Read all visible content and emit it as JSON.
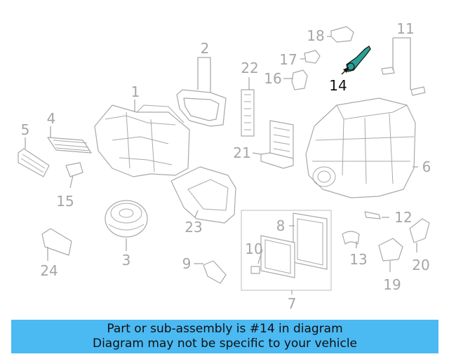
{
  "diagram": {
    "callouts": [
      "1",
      "2",
      "3",
      "4",
      "5",
      "6",
      "7",
      "8",
      "9",
      "10",
      "11",
      "12",
      "13",
      "14",
      "15",
      "16",
      "17",
      "18",
      "19",
      "20",
      "21",
      "22",
      "23",
      "24"
    ],
    "highlighted_part": "14",
    "highlight_color": "#2aa198"
  },
  "banner": {
    "line1": "Part or sub-assembly is #14 in diagram",
    "line2": "Diagram may not be specific to your vehicle",
    "background": "#4bb9f2"
  }
}
